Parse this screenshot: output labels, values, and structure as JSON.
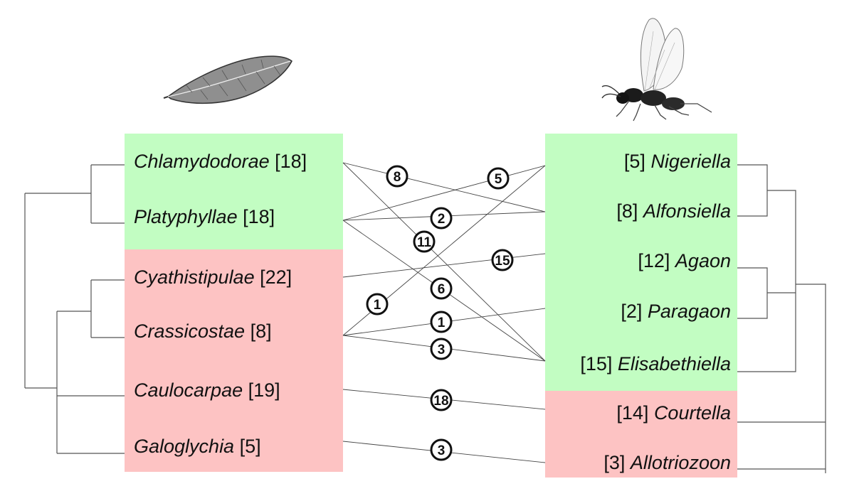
{
  "colors": {
    "group_a": "#c2fdc2",
    "group_b": "#fdc3c3",
    "line": "#444444",
    "badge_stroke": "#111111"
  },
  "icons": {
    "left_image": "fig-leaf-icon",
    "right_image": "fig-wasp-icon"
  },
  "left_taxa": [
    {
      "name": "Chlamydodorae",
      "count": "[18]",
      "group": "group_a"
    },
    {
      "name": "Platyphyllae",
      "count": "[18]",
      "group": "group_a"
    },
    {
      "name": "Cyathistipulae",
      "count": "[22]",
      "group": "group_b"
    },
    {
      "name": "Crassicostae",
      "count": "[8]",
      "group": "group_b"
    },
    {
      "name": "Caulocarpae",
      "count": "[19]",
      "group": "group_b"
    },
    {
      "name": "Galoglychia",
      "count": "[5]",
      "group": "group_b"
    }
  ],
  "right_taxa": [
    {
      "name": "Nigeriella",
      "count": "[5]",
      "group": "group_a"
    },
    {
      "name": "Alfonsiella",
      "count": "[8]",
      "group": "group_a"
    },
    {
      "name": "Agaon",
      "count": "[12]",
      "group": "group_a"
    },
    {
      "name": "Paragaon",
      "count": "[2]",
      "group": "group_a"
    },
    {
      "name": "Elisabethiella",
      "count": "[15]",
      "group": "group_a"
    },
    {
      "name": "Courtella",
      "count": "[14]",
      "group": "group_b"
    },
    {
      "name": "Allotriozoon",
      "count": "[3]",
      "group": "group_b"
    }
  ],
  "associations": [
    {
      "from": 0,
      "to": 1,
      "label": "8"
    },
    {
      "from": 0,
      "to": 4,
      "label": "11"
    },
    {
      "from": 1,
      "to": 0,
      "label": "5"
    },
    {
      "from": 1,
      "to": 1,
      "label": "2"
    },
    {
      "from": 1,
      "to": 4,
      "label": "6"
    },
    {
      "from": 2,
      "to": 2,
      "label": "15"
    },
    {
      "from": 3,
      "to": 0,
      "label": "1"
    },
    {
      "from": 3,
      "to": 3,
      "label": "1"
    },
    {
      "from": 3,
      "to": 4,
      "label": "3"
    },
    {
      "from": 4,
      "to": 5,
      "label": "18"
    },
    {
      "from": 5,
      "to": 6,
      "label": "3"
    }
  ]
}
